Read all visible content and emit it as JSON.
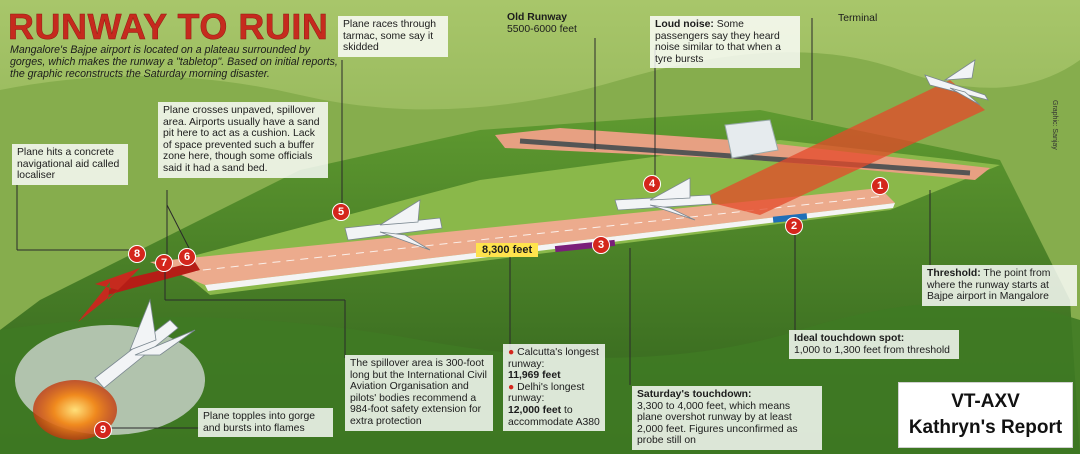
{
  "headline": "RUNWAY TO RUIN",
  "intro": "Mangalore's Bajpe airport is located on a plateau surrounded by gorges, which makes the runway a \"tabletop\". Based on initial reports, the graphic reconstructs the Saturday morning disaster.",
  "labels": {
    "old_runway_title": "Old Runway",
    "old_runway_length": "5500-6000 feet",
    "terminal": "Terminal",
    "runway_length": "8,300 feet",
    "credit": "Graphic: Sanjay"
  },
  "callouts": {
    "races": "Plane races through tarmac, some say it skidded",
    "loud_noise_title": "Loud noise:",
    "loud_noise_text": " Some passengers say they heard noise similar to that when a tyre bursts",
    "crosses": "Plane crosses unpaved, spillover area. Airports usually have a sand pit here to act as a cushion. Lack of space prevented such a buffer zone here, though some officials said it had a sand bed.",
    "localiser": "Plane hits a concrete navigational aid called localiser",
    "threshold_title": "Threshold:",
    "threshold_text": " The point from where the runway starts at Bajpe airport in Mangalore",
    "ideal_title": "Ideal touchdown spot:",
    "ideal_text": "1,000 to 1,300 feet from threshold",
    "spillover": "The spillover area is 300-foot long but the International Civil Aviation Organisation and pilots' bodies recommend a 984-foot safety extension for extra protection",
    "calcutta_label": "Calcutta's longest runway:",
    "calcutta_value": "11,969 feet",
    "delhi_label": "Delhi's longest runway:",
    "delhi_value": "12,000 feet",
    "delhi_suffix": " to accommodate A380",
    "touchdown_title": "Saturday's touchdown:",
    "touchdown_text": "3,300 to 4,000 feet, which means plane overshot runway by at least 2,000 feet. Figures unconfirmed as probe still on",
    "topples": "Plane topples into gorge and bursts into flames"
  },
  "markers": [
    "1",
    "2",
    "3",
    "4",
    "5",
    "6",
    "7",
    "8",
    "9"
  ],
  "watermark": {
    "line1": "VT-AXV",
    "line2": "Kathryn's Report"
  },
  "colors": {
    "title_red": "#c62a1e",
    "marker_red": "#d4261c",
    "highlight_yellow": "#ffe34d",
    "runway": "#e8987a",
    "foliage": "#4f8a2c"
  }
}
